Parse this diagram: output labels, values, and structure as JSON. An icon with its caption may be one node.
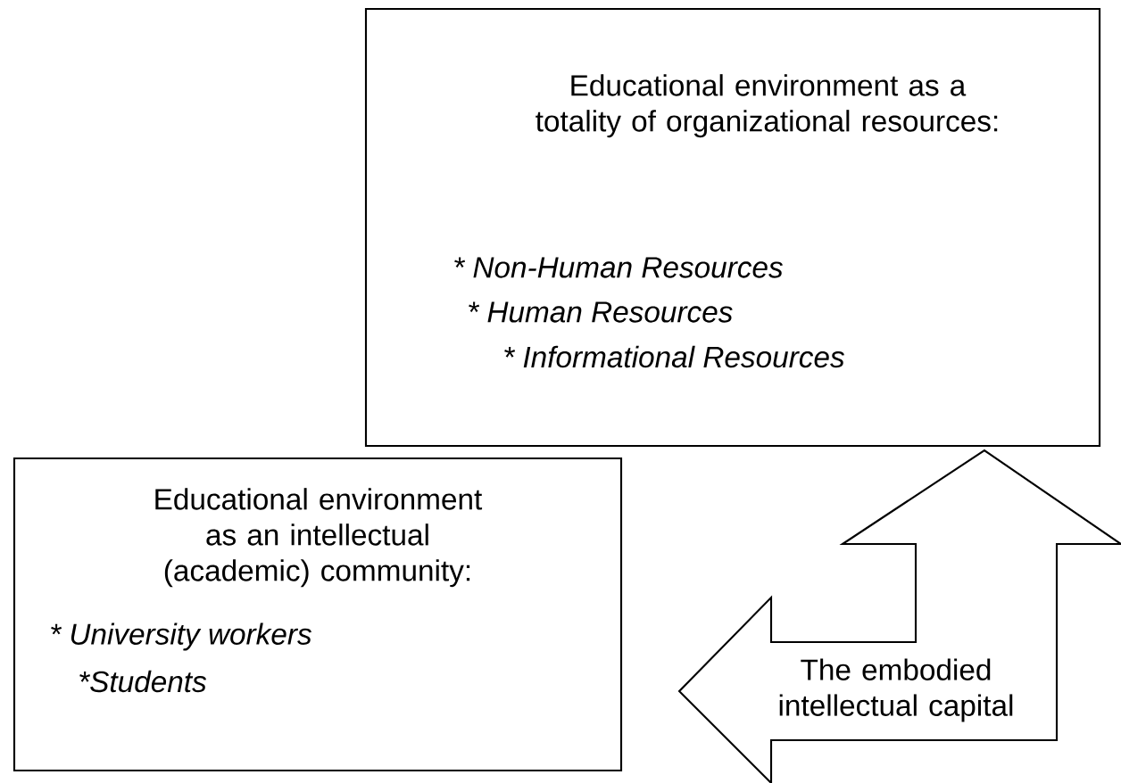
{
  "diagram": {
    "nodes": [
      {
        "text": [
          "Educational environment as a totality of organizational resources:",
          "* Non-Human Resources",
          "* Human Resources",
          "* Informational Resources"
        ]
      },
      {
        "text": [
          "Educational environment as an intellectual (academic) community:",
          "* University workers",
          "*Students"
        ]
      }
    ],
    "edges": [
      {
        "from": 1,
        "to": 0,
        "arrow": "both",
        "label": "The embodied intellectual capital"
      }
    ]
  }
}
